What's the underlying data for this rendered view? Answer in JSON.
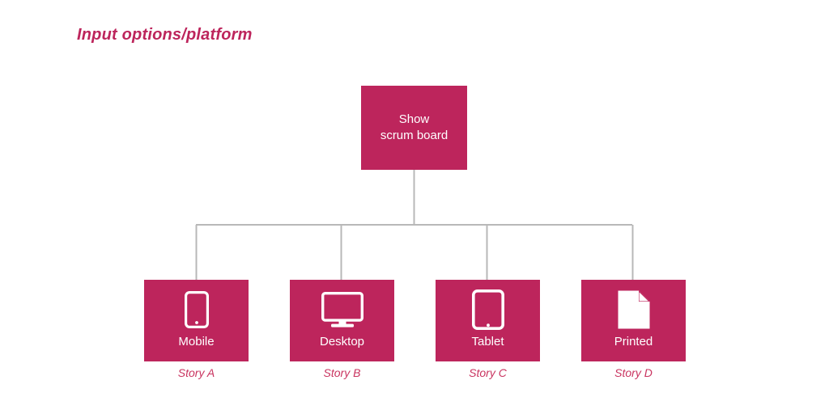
{
  "title": "Input options/platform",
  "colors": {
    "accent": "#bd255c",
    "caption": "#c9335f",
    "line": "#b8b8b8",
    "node_text": "#ffffff",
    "background": "#ffffff"
  },
  "root": {
    "label": "Show\nscrum board",
    "icon": "none"
  },
  "leaves": [
    {
      "label": "Mobile",
      "caption": "Story A",
      "icon": "smartphone-icon"
    },
    {
      "label": "Desktop",
      "caption": "Story B",
      "icon": "monitor-icon"
    },
    {
      "label": "Tablet",
      "caption": "Story C",
      "icon": "tablet-icon"
    },
    {
      "label": "Printed",
      "caption": "Story D",
      "icon": "document-page-icon"
    }
  ]
}
